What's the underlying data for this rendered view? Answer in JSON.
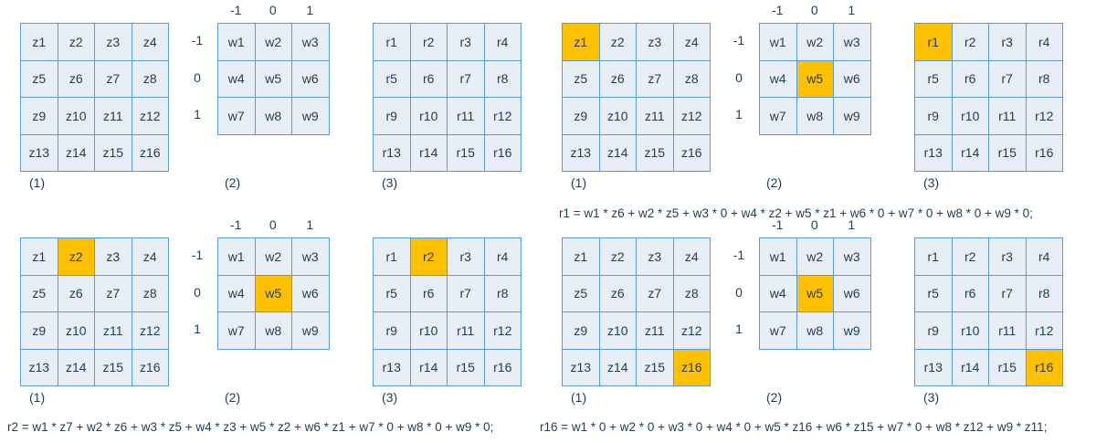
{
  "colors": {
    "cell_fill": "#e8eef6",
    "cell_border": "#5b9bd5",
    "highlight": "#ffc000",
    "text": "#1f3b57"
  },
  "matrices": {
    "z": [
      "z1",
      "z2",
      "z3",
      "z4",
      "z5",
      "z6",
      "z7",
      "z8",
      "z9",
      "z10",
      "z11",
      "z12",
      "z13",
      "z14",
      "z15",
      "z16"
    ],
    "w": [
      "w1",
      "w2",
      "w3",
      "w4",
      "w5",
      "w6",
      "w7",
      "w8",
      "w9"
    ],
    "r": [
      "r1",
      "r2",
      "r3",
      "r4",
      "r5",
      "r6",
      "r7",
      "r8",
      "r9",
      "r10",
      "r11",
      "r12",
      "r13",
      "r14",
      "r15",
      "r16"
    ]
  },
  "kernel_offsets": [
    "-1",
    "0",
    "1"
  ],
  "panel_labels": [
    "(1)",
    "(2)",
    "(3)"
  ],
  "panels": [
    {
      "id": "top-left",
      "highlight": {
        "z": null,
        "w": null,
        "r": null
      }
    },
    {
      "id": "top-right",
      "highlight": {
        "z": 0,
        "w": 4,
        "r": 0
      }
    },
    {
      "id": "bottom-left",
      "highlight": {
        "z": 1,
        "w": 4,
        "r": 1
      }
    },
    {
      "id": "bottom-right",
      "highlight": {
        "z": 15,
        "w": 4,
        "r": 15
      }
    }
  ],
  "formulas": {
    "r1": "r1 = w1 * z6 + w2 * z5 + w3 * 0 + w4 * z2 + w5 * z1 + w6 * 0 + w7 * 0 + w8 * 0 + w9 * 0;",
    "r2": "r2 = w1 * z7 + w2 * z6 + w3 * z5 + w4 * z3 + w5 * z2 + w6 * z1 + w7 * 0 + w8 * 0 + w9 * 0;",
    "r16": "r16 = w1 * 0 + w2 * 0 + w3 * 0 + w4 * 0 + w5 * z16 + w6 * z15 + w7 * 0 + w8 * z12 + w9 * z11;"
  }
}
